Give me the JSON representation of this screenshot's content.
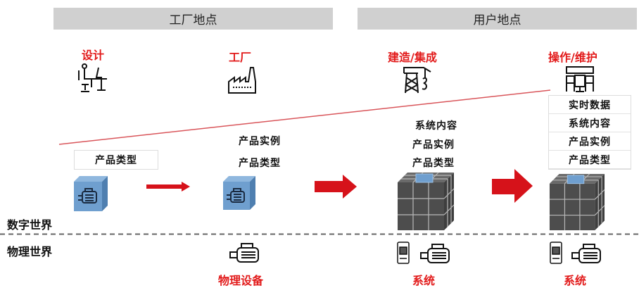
{
  "banners": {
    "factory_site": "工厂地点",
    "user_site": "用户地点"
  },
  "stages": [
    {
      "label": "设计",
      "icon": "designer-desk-icon"
    },
    {
      "label": "工厂",
      "icon": "factory-icon"
    },
    {
      "label": "建造/集成",
      "icon": "crane-icon"
    },
    {
      "label": "操作/维护",
      "icon": "control-room-icon"
    }
  ],
  "digital": {
    "design": {
      "layers": [
        "产品类型"
      ]
    },
    "factory": {
      "layers": [
        "产品实例",
        "产品类型"
      ]
    },
    "build": {
      "layers": [
        "系统内容",
        "产品实例",
        "产品类型"
      ]
    },
    "operate": {
      "layers": [
        "实时数据",
        "系统内容",
        "产品实例",
        "产品类型"
      ]
    }
  },
  "worlds": {
    "digital": "数字世界",
    "physical": "物理世界"
  },
  "physical": {
    "factory": "物理设备",
    "build": "系统",
    "operate": "系统"
  },
  "colors": {
    "accent_red": "#e21a1a",
    "banner_gray": "#d0d0d0",
    "cube_blue": "#6f9fcf",
    "cube_dark": "#4a4a4a"
  }
}
